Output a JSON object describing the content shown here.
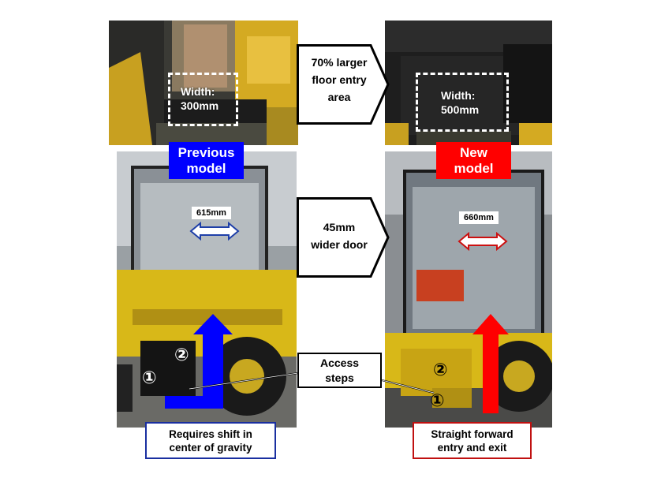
{
  "floor_comparison": {
    "previous_width_label": "Width:",
    "previous_width_value": "300mm",
    "new_width_label": "Width:",
    "new_width_value": "500mm",
    "callout_line1": "70% larger",
    "callout_line2": "floor entry",
    "callout_line3": "area"
  },
  "models": {
    "previous_line1": "Previous",
    "previous_line2": "model",
    "new_line1": "New",
    "new_line2": "model",
    "previous_color": "#0000ff",
    "new_color": "#ff0000"
  },
  "door_comparison": {
    "previous_door_width": "615mm",
    "new_door_width": "660mm",
    "callout_line1": "45mm",
    "callout_line2": "wider door"
  },
  "access_steps": {
    "line1": "Access",
    "line2": "steps",
    "step1": "①",
    "step2": "②"
  },
  "captions": {
    "previous_line1": "Requires shift in",
    "previous_line2": "center of gravity",
    "new_line1": "Straight forward",
    "new_line2": "entry and exit"
  }
}
